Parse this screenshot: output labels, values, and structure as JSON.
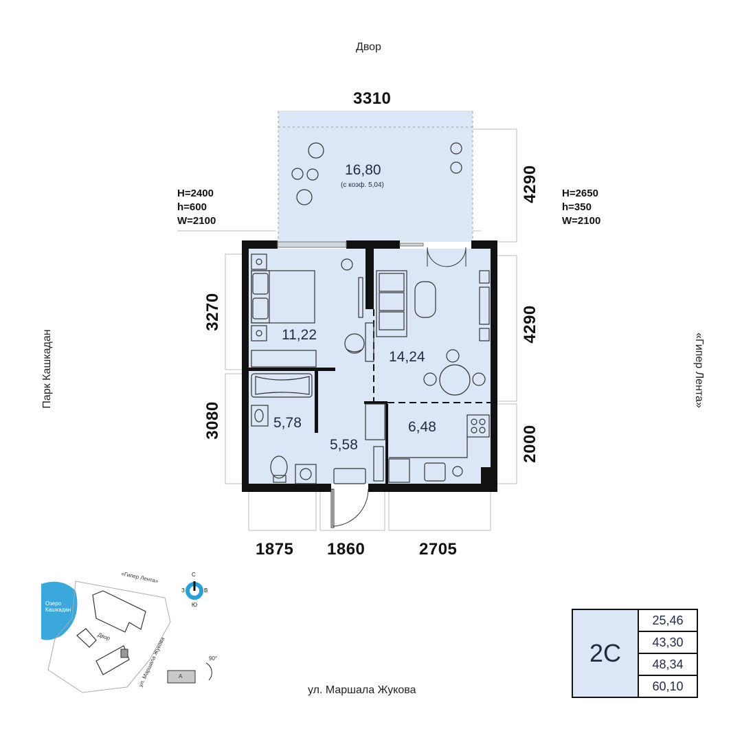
{
  "labels": {
    "courtyard": "Двор",
    "park": "Парк Кашкадан",
    "store": "«Гипер Лента»",
    "street": "ул. Маршала Жукова"
  },
  "dimensions": {
    "top": "3310",
    "balcony_right": "4290",
    "left_upper": "3270",
    "left_lower": "3080",
    "right_upper": "4290",
    "right_lower": "2000",
    "bottom_left": "1875",
    "bottom_mid": "1860",
    "bottom_right": "2705"
  },
  "windows": {
    "left": [
      "H=2400",
      "h=600",
      "W=2100"
    ],
    "right": [
      "H=2650",
      "h=350",
      "W=2100"
    ]
  },
  "rooms": {
    "balcony": "16,80",
    "balcony_note": "(с коэф. 5,04)",
    "bedroom": "11,22",
    "living": "14,24",
    "bathroom": "5,78",
    "hall": "5,58",
    "kitchen": "6,48"
  },
  "minimap": {
    "lake": [
      "Озеро",
      "Кашкадан"
    ],
    "store": "«Гипер Лента»",
    "yard": "Двор",
    "street": "ул. Маршала Жукова",
    "angle": "90°",
    "section": "А",
    "compass": {
      "n": "С",
      "s": "Ю",
      "w": "З",
      "e": "В"
    }
  },
  "apartment": {
    "type": "2С",
    "areas": [
      "25,46",
      "43,30",
      "48,34",
      "60,10"
    ]
  },
  "colors": {
    "room_fill": "#dbe7f6",
    "wall": "#111111",
    "compass": "#2a9fd8"
  }
}
